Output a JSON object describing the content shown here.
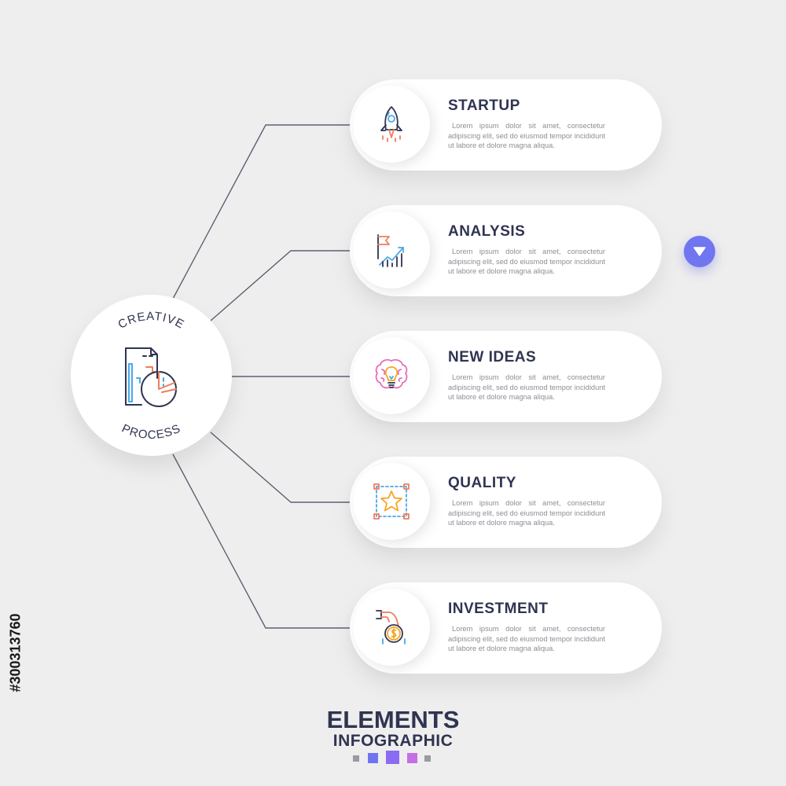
{
  "hub": {
    "top_label": "CREATIVE",
    "bottom_label": "PROCESS",
    "icon": "document-pie-chart-icon"
  },
  "steps": [
    {
      "title": "STARTUP",
      "icon": "rocket-icon",
      "text": "Lorem ipsum dolor sit amet, consectetur adipiscing elit, sed do eiusmod tempor incididunt ut labore et dolore magna aliqua."
    },
    {
      "title": "ANALYSIS",
      "icon": "flag-growth-chart-icon",
      "text": "Lorem ipsum dolor sit amet, consectetur adipiscing elit, sed do eiusmod tempor incididunt ut labore et dolore magna aliqua."
    },
    {
      "title": "NEW IDEAS",
      "icon": "brain-lightbulb-icon",
      "text": "Lorem ipsum dolor sit amet, consectetur adipiscing elit, sed do eiusmod tempor incididunt ut labore et dolore magna aliqua."
    },
    {
      "title": "QUALITY",
      "icon": "star-in-frame-icon",
      "text": "Lorem ipsum dolor sit amet, consectetur adipiscing elit, sed do eiusmod tempor incididunt ut labore et dolore magna aliqua."
    },
    {
      "title": "INVESTMENT",
      "icon": "hand-coin-icon",
      "text": "Lorem ipsum dolor sit amet, consectetur adipiscing elit, sed do eiusmod tempor incididunt ut labore et dolore magna aliqua."
    }
  ],
  "nav_button": {
    "icon": "triangle-down-icon"
  },
  "footer": {
    "title": "ELEMENTS",
    "subtitle": "INFOGRAPHIC",
    "squares": [
      "#9a9aa4",
      "#6f74ef",
      "#8a6cf2",
      "#c46fe6",
      "#9a9aa4"
    ]
  },
  "watermark": {
    "id": "#300313760"
  },
  "colors": {
    "background": "#eeeeee",
    "card": "#ffffff",
    "heading": "#2f3451",
    "body_text": "#8e8e96",
    "connector": "#5d6173",
    "accent": "#7075f0"
  }
}
